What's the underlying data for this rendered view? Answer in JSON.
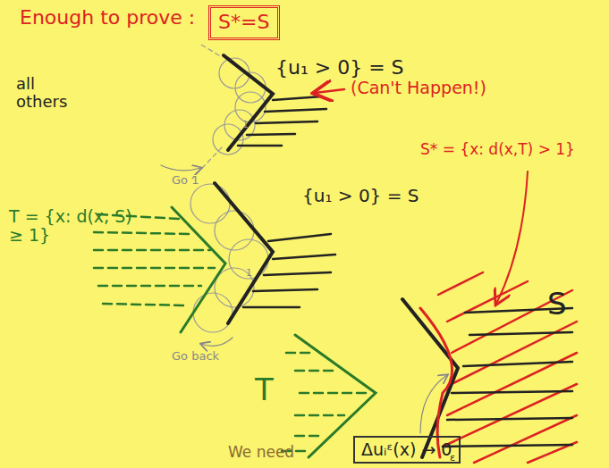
{
  "diagram": {
    "nodes": [
      {
        "text": [
          "S*=S"
        ]
      },
      {
        "text": [
          "Δuᵢᵋ(x) → 0"
        ]
      }
    ],
    "labels": [
      "Enough to prove :",
      "{u₁ > 0} = S",
      "(Can't Happen!)",
      "all others",
      "1",
      "Go 1",
      "T = {x: d(x, S) ≥ 1}",
      "{u₁ > 0} = S",
      "1",
      "Go back",
      "S* = {x: d(x,T) > 1}",
      "S",
      "T",
      "We need",
      "ε"
    ]
  }
}
